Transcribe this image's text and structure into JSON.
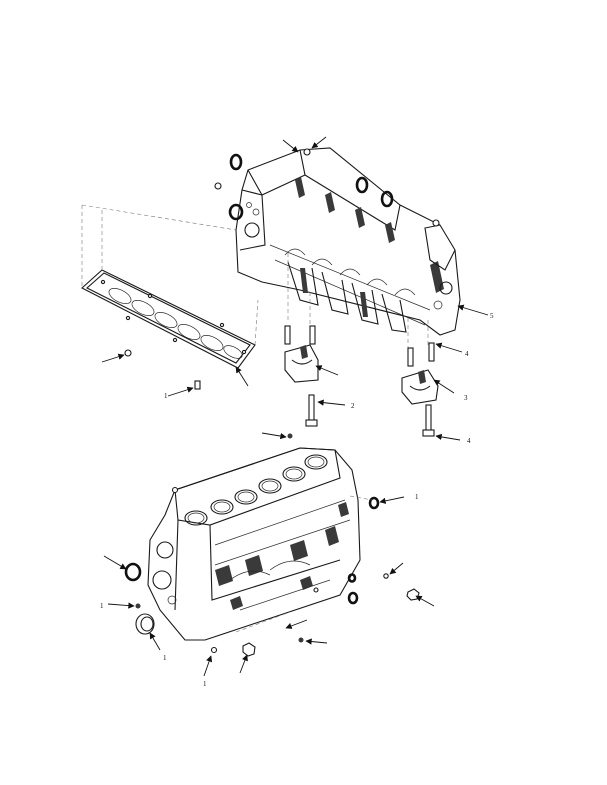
{
  "figure": {
    "callouts": [
      {
        "label": "5"
      },
      {
        "label": "4"
      },
      {
        "label": "2"
      },
      {
        "label": "3"
      },
      {
        "label": "4"
      },
      {
        "label": "1"
      },
      {
        "label": "1"
      },
      {
        "label": "1"
      },
      {
        "label": "1"
      },
      {
        "label": "1"
      }
    ]
  }
}
